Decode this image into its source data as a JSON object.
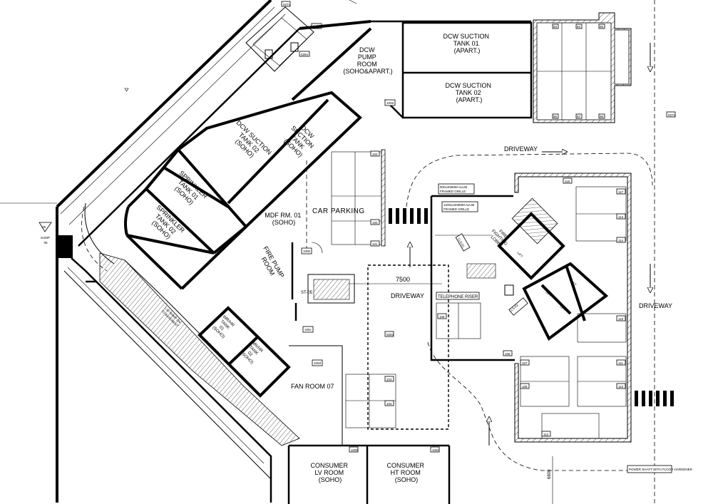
{
  "rooms": {
    "dcw_pump_room": [
      "DCW",
      "PUMP",
      "ROOM",
      "(SOHO&APART.)"
    ],
    "dcw_tank_01_apart": [
      "DCW SUCTION",
      "TANK 01",
      "(APART.)"
    ],
    "dcw_tank_02_apart": [
      "DCW SUCTION",
      "TANK 02",
      "(APART.)"
    ],
    "dcw_tank_02_soho": [
      "DCW SUCTION",
      "TANK 02",
      "(SOHO)"
    ],
    "dcw_tank_01_soho": [
      "DCW",
      "SUCTION",
      "TANK",
      "(SOHO)"
    ],
    "sprinkler_tank_01": [
      "SPRINKLER",
      "TANK 01",
      "(SOHO)"
    ],
    "sprinkler_tank_02": [
      "SPRINKLER",
      "TANK 02",
      "(SOHO)"
    ],
    "mdf_room": [
      "MDF RM. 01",
      "(SOHO)"
    ],
    "fire_pump_room": [
      "FIRE PUMP",
      "ROOM"
    ],
    "car_parking": "CAR PARKING",
    "fan_room": "FAN ROOM 07",
    "wr_tank_1": [
      "WR/HR",
      "TANK",
      "01",
      "(SOHO)"
    ],
    "wr_tank_2": [
      "WR/HR",
      "TANK",
      "02",
      "(SOHO)"
    ],
    "consumer_lv": [
      "CONSUMER",
      "LV ROOM",
      "(SOHO)"
    ],
    "consumer_ht": [
      "CONSUMER",
      "HT ROOM",
      "(SOHO)"
    ],
    "telephone_riser": "TELEPHONE RISER",
    "fire_fighting_lobby": [
      "FIRE",
      "FIGHTING",
      "LOBBY"
    ],
    "sump": [
      "SUMP",
      "05"
    ]
  },
  "driveways": {
    "top": "DRIVEWAY",
    "center": "DRIVEWAY",
    "right": "DRIVEWAY"
  },
  "dimensions": {
    "d7500": "7500",
    "d6800": "6800"
  },
  "tags": {
    "st05": "ST-05",
    "lls01": "LLS-01",
    "lls02": "LLS-02",
    "grille1": [
      "900x400MM ALUM",
      "FRAMED GRILLE"
    ],
    "grille2": [
      "1200x1200MM ALUM",
      "FRAMED GRILLE"
    ],
    "fire_alarm": [
      "FIREALARM PANEL"
    ],
    "sump_tag": "05",
    "ramp_note": [
      "1:10 RAMP DN",
      "TO BASEMENT"
    ]
  },
  "lift_labels": [
    "LIFT",
    "LIFT",
    "LIFT",
    "LIFT"
  ],
  "parking_numbers": {
    "top_right": [
      "93",
      "94",
      "95",
      "96",
      "97",
      "98"
    ],
    "right_col": [
      "110",
      "113",
      "114",
      "115",
      "116",
      "117"
    ],
    "center": [
      "100",
      "101",
      "102",
      "103",
      "104",
      "105",
      "106",
      "107",
      "108",
      "109",
      "111",
      "112"
    ]
  },
  "equipment_tags": {
    "ff1": "027V",
    "ff2": "027",
    "ff3": "026V",
    "ff4": "100a",
    "ff5": "100b",
    "ff6": "100c",
    "ff7": "100d",
    "ff8": "027V"
  },
  "notes": {
    "br_note": "POWER SHAFT WITH FLOOR HARDENER"
  }
}
